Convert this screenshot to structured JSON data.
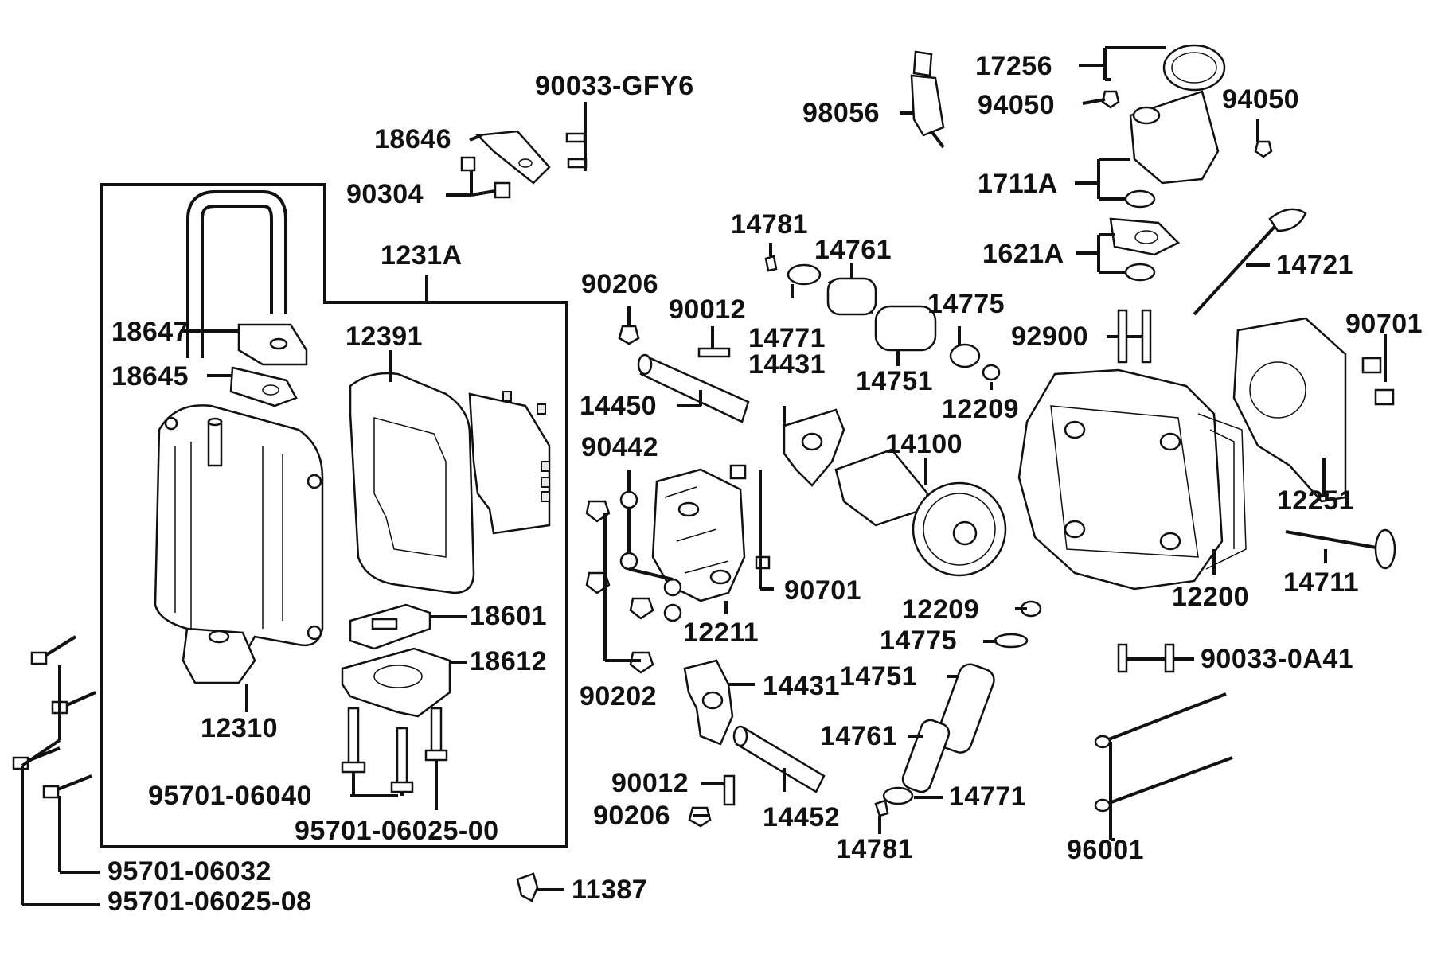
{
  "labels": {
    "p90033_gfy6": "90033-GFY6",
    "p18646": "18646",
    "p90304": "90304",
    "p1231a": "1231A",
    "p18647": "18647",
    "p18645": "18645",
    "p12391": "12391",
    "p18601": "18601",
    "p18612": "18612",
    "p12310": "12310",
    "p95701_06040": "95701-06040",
    "p95701_06025_00": "95701-06025-00",
    "p95701_06032": "95701-06032",
    "p95701_06025_08": "95701-06025-08",
    "p11387": "11387",
    "p90206_a": "90206",
    "p90012_a": "90012",
    "p14450": "14450",
    "p90442": "90442",
    "p90202": "90202",
    "p12211": "12211",
    "p90701_a": "90701",
    "p14431_a": "14431",
    "p14431_b": "14431",
    "p90012_b": "90012",
    "p90206_b": "90206",
    "p14452": "14452",
    "p14781_a": "14781",
    "p14761_a": "14761",
    "p14771_a": "14771",
    "p14775_a": "14775",
    "p14751_a": "14751",
    "p12209_a": "12209",
    "p14100": "14100",
    "p12209_b": "12209",
    "p14775_b": "14775",
    "p14751_b": "14751",
    "p14761_b": "14761",
    "p14771_b": "14771",
    "p14781_b": "14781",
    "p98056": "98056",
    "p17256": "17256",
    "p94050_a": "94050",
    "p94050_b": "94050",
    "p1711a": "1711A",
    "p1621a": "1621A",
    "p14721": "14721",
    "p92900": "92900",
    "p90701_b": "90701",
    "p12251": "12251",
    "p14711": "14711",
    "p12200": "12200",
    "p90033_0a41": "90033-0A41",
    "p96001": "96001"
  }
}
